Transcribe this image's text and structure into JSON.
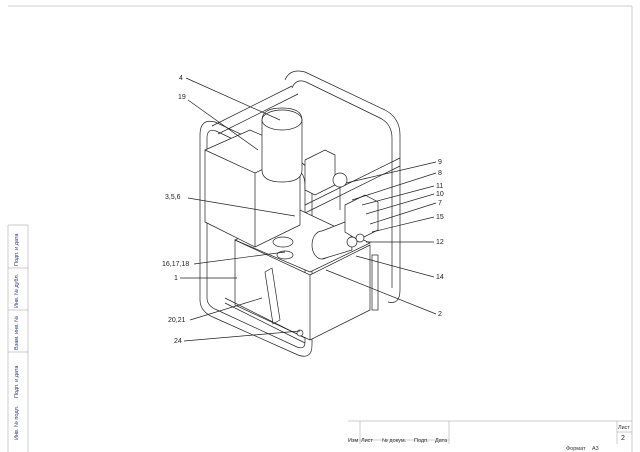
{
  "drawing": {
    "callouts": [
      {
        "id": "c4",
        "text": "4"
      },
      {
        "id": "c19",
        "text": "19"
      },
      {
        "id": "c9",
        "text": "9"
      },
      {
        "id": "c8",
        "text": "8"
      },
      {
        "id": "c11",
        "text": "11"
      },
      {
        "id": "c10",
        "text": "10"
      },
      {
        "id": "c7",
        "text": "7"
      },
      {
        "id": "c15",
        "text": "15"
      },
      {
        "id": "c12",
        "text": "12"
      },
      {
        "id": "c14",
        "text": "14"
      },
      {
        "id": "c2",
        "text": "2"
      },
      {
        "id": "c356",
        "text": "3,5,6"
      },
      {
        "id": "c161718",
        "text": "16,17,18"
      },
      {
        "id": "c1",
        "text": "1"
      },
      {
        "id": "c2021",
        "text": "20,21"
      },
      {
        "id": "c24",
        "text": "24"
      }
    ]
  },
  "side_stamp": [
    "Инв. № подл.",
    "Подп. и дата",
    "Взам. инв. №",
    "Инв. № дубл.",
    "Подп. и дата"
  ],
  "title_block": {
    "columns": [
      "Изм",
      "Лист",
      "№ докум.",
      "Подп.",
      "Дата"
    ],
    "sheet_label": "Лист",
    "sheet_number": "2",
    "format_label": "Формат",
    "format_value": "А3"
  }
}
